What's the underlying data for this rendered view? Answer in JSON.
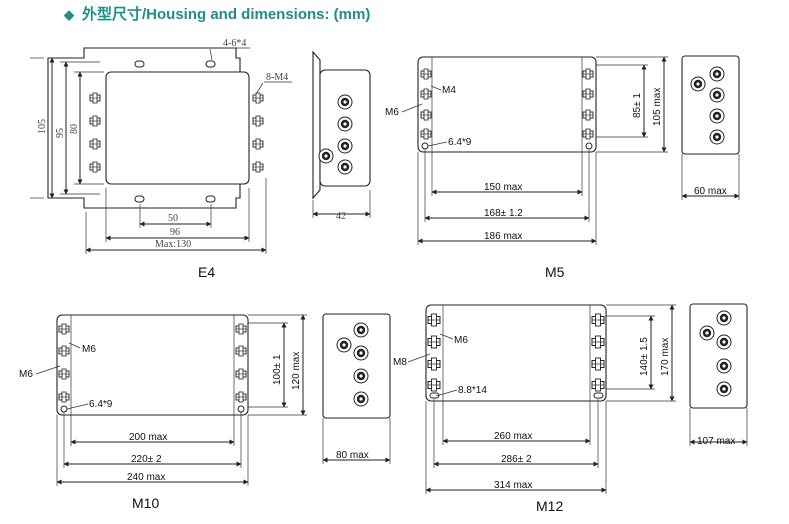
{
  "header": {
    "diamond": "◆",
    "title": "外型尺寸/Housing and dimensions: (mm)"
  },
  "e4": {
    "caption": "E4",
    "holes": "4-6*4",
    "screws": "8-M4",
    "h105": "105",
    "h95": "95",
    "h80": "80",
    "w50": "50",
    "w96": "96",
    "wmax": "Max:130",
    "side": "42"
  },
  "m5": {
    "caption": "M5",
    "m4": "M4",
    "m6": "M6",
    "hole": "6.4*9",
    "w1": "150 max",
    "w2": "168± 1.2",
    "w3": "186 max",
    "h1": "85± 1",
    "h2": "105 max",
    "side": "60 max"
  },
  "m10": {
    "caption": "M10",
    "m6a": "M6",
    "m6b": "M6",
    "hole": "6.4*9",
    "w1": "200 max",
    "w2": "220± 2",
    "w3": "240 max",
    "h1": "100± 1",
    "h2": "120 max",
    "side": "80 max"
  },
  "m12": {
    "caption": "M12",
    "m6": "M6",
    "m8": "M8",
    "hole": "8.8*14",
    "w1": "260 max",
    "w2": "286± 2",
    "w3": "314 max",
    "h1": "140± 1.5",
    "h2": "170 max",
    "side": "107 max"
  },
  "icons": [
    "arrow-icon",
    "terminal-stud-icon",
    "mounting-hole-icon"
  ]
}
